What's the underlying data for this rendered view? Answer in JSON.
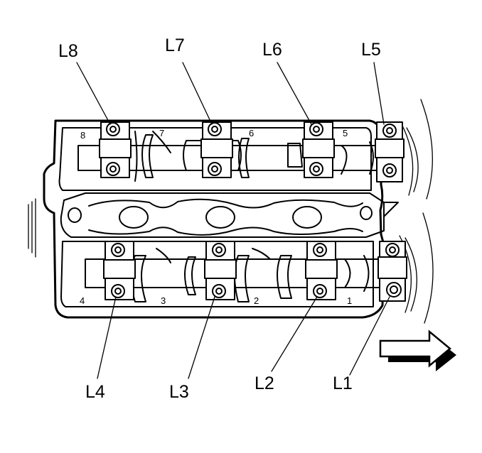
{
  "callouts": {
    "top": [
      "L8",
      "L7",
      "L6",
      "L5"
    ],
    "bottom": [
      "L4",
      "L3",
      "L2",
      "L1"
    ]
  },
  "cap_numbers": {
    "top": [
      "8",
      "7",
      "6",
      "5"
    ],
    "bottom": [
      "4",
      "3",
      "2",
      "1"
    ]
  },
  "arrow_direction": "right"
}
